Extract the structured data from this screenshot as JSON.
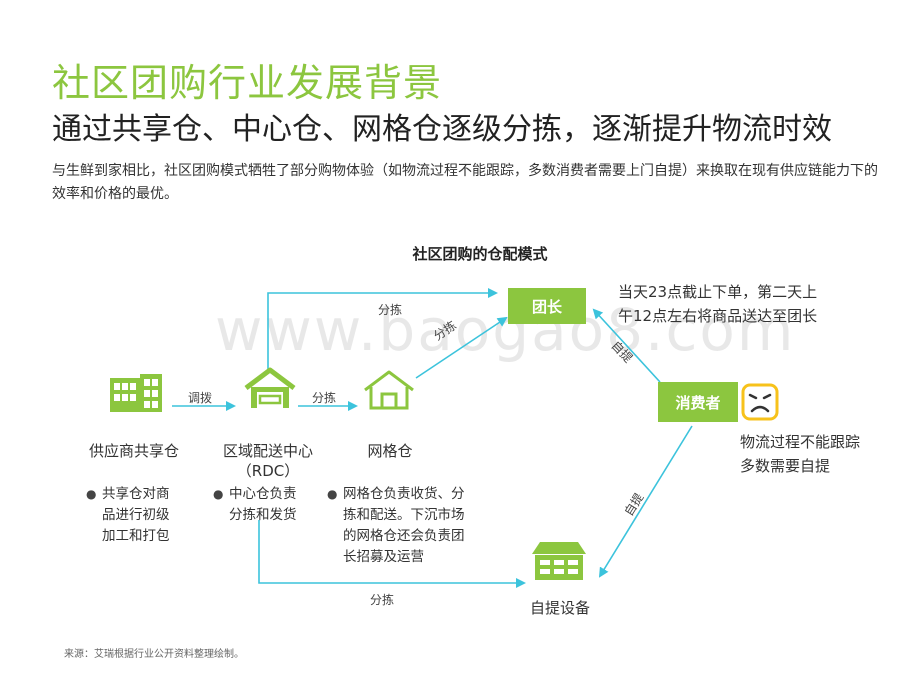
{
  "header": {
    "title": "社区团购行业发展背景",
    "subtitle": "通过共享仓、中心仓、网格仓逐级分拣，逐渐提升物流时效",
    "intro": "与生鲜到家相比，社区团购模式牺牲了部分购物体验（如物流过程不能跟踪，多数消费者需要上门自提）来换取在现有供应链能力下的效率和价格的最优。"
  },
  "diagram": {
    "title": "社区团购的仓配模式",
    "watermark": "www.baogao8.com",
    "nodes": {
      "supplier": {
        "label": "供应商共享仓",
        "bullet": "共享仓对商品进行初级加工和打包",
        "icon": "warehouse-shelf-icon"
      },
      "rdc": {
        "label_line1": "区域配送中心",
        "label_line2": "（RDC）",
        "bullet": "中心仓负责分拣和发货",
        "icon": "garage-house-icon"
      },
      "grid": {
        "label": "网格仓",
        "bullet": "网格仓负责收货、分拣和配送。下沉市场的网格仓还会负责团长招募及运营",
        "icon": "house-outline-icon"
      },
      "leader": {
        "label": "团长"
      },
      "consumer": {
        "label": "消费者",
        "icon": "frowning-face-icon"
      },
      "pickup": {
        "label": "自提设备",
        "icon": "pickup-cabinet-icon"
      }
    },
    "edges": {
      "supplier_to_rdc": "调拨",
      "rdc_to_grid": "分拣",
      "rdc_to_leader": "分拣",
      "grid_to_leader": "分拣",
      "rdc_to_pickup": "分拣",
      "consumer_to_leader": "自提",
      "consumer_to_pickup": "自提"
    },
    "notes": {
      "leader_note_line1": "当天23点截止下单，第二天上",
      "leader_note_line2": "午12点左右将商品送达至团长",
      "consumer_note_line1": "物流过程不能跟踪",
      "consumer_note_line2": "多数需要自提"
    }
  },
  "footer": {
    "source": "来源：艾瑞根据行业公开资料整理绘制。"
  },
  "colors": {
    "accent_green": "#8cc63f",
    "arrow_cyan": "#3cc3dc",
    "face_yellow": "#f7c21b"
  }
}
